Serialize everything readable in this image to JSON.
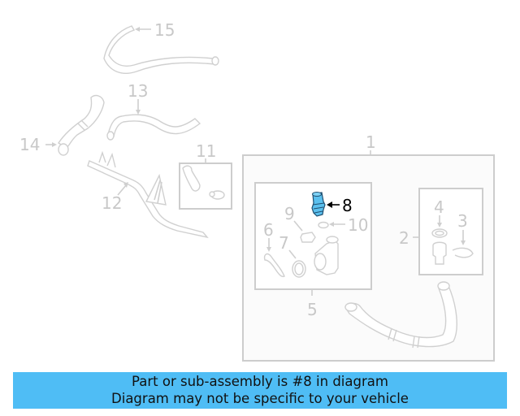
{
  "diagram": {
    "highlight_color": "#5bc0ee",
    "line_color": "#cfcfcf",
    "callouts": [
      {
        "id": "1",
        "label": "1"
      },
      {
        "id": "2",
        "label": "2"
      },
      {
        "id": "3",
        "label": "3"
      },
      {
        "id": "4",
        "label": "4"
      },
      {
        "id": "5",
        "label": "5"
      },
      {
        "id": "6",
        "label": "6"
      },
      {
        "id": "7",
        "label": "7"
      },
      {
        "id": "8",
        "label": "8",
        "highlighted": true
      },
      {
        "id": "9",
        "label": "9"
      },
      {
        "id": "10",
        "label": "10"
      },
      {
        "id": "11",
        "label": "11"
      },
      {
        "id": "12",
        "label": "12"
      },
      {
        "id": "13",
        "label": "13"
      },
      {
        "id": "14",
        "label": "14"
      },
      {
        "id": "15",
        "label": "15"
      }
    ]
  },
  "banner": {
    "background": "#4fbdf5",
    "line1": "Part or sub-assembly is #8 in diagram",
    "line2": "Diagram may not be specific to your vehicle"
  }
}
